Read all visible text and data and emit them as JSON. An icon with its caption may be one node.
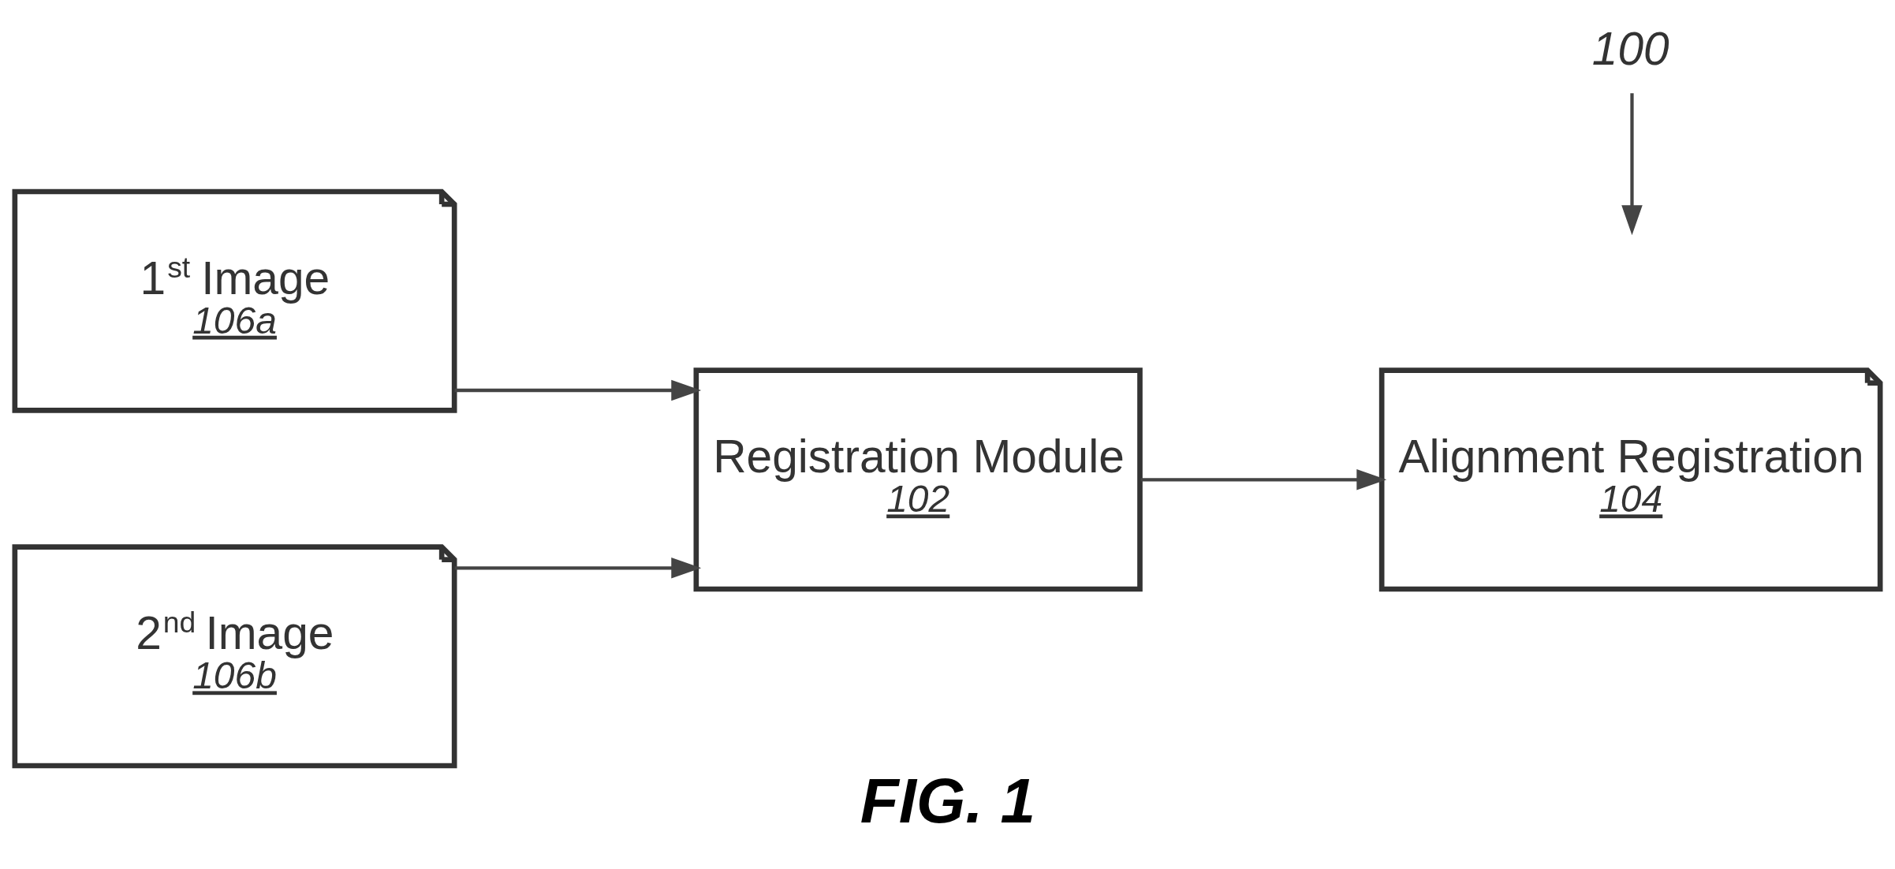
{
  "diagram": {
    "caption": "FIG. 1",
    "nodes": [
      {
        "text": [
          "1$^{st}$ Image",
          "106a"
        ]
      },
      {
        "text": [
          "2$^{nd}$ Image",
          "106b"
        ]
      },
      {
        "text": [
          "Registration Module",
          "102"
        ]
      },
      {
        "text": [
          "Alignment Registration",
          "104"
        ]
      },
      {
        "text": [
          "100"
        ]
      }
    ],
    "edges": [
      {
        "from": 0,
        "to": 2,
        "arrow": "to"
      },
      {
        "from": 1,
        "to": 2,
        "arrow": "to"
      },
      {
        "from": 2,
        "to": 3,
        "arrow": "to"
      },
      {
        "from": 4,
        "to": null,
        "arrow": "to"
      }
    ]
  }
}
